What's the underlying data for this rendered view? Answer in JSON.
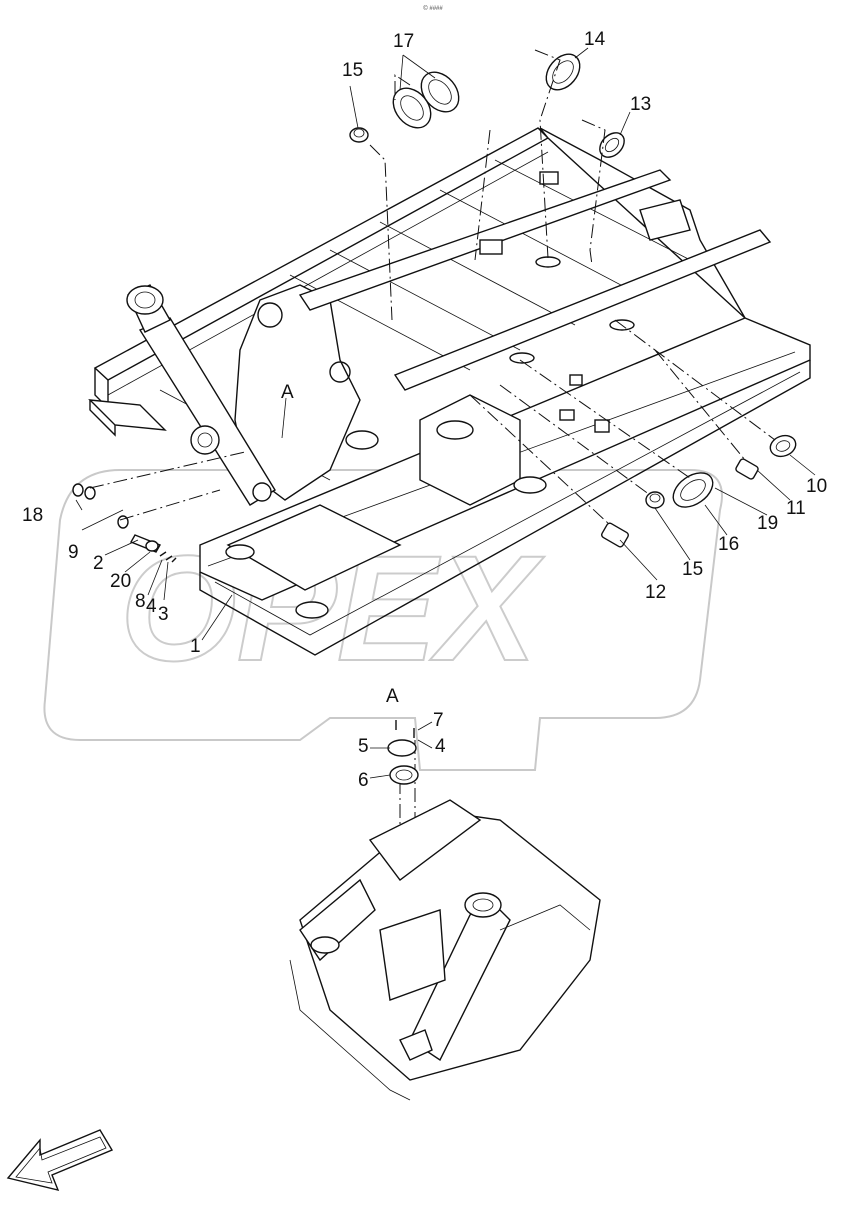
{
  "header": {
    "code": "© ####"
  },
  "watermark": {
    "text": "OPEX",
    "color": "#cccccc"
  },
  "view_label": "A",
  "detail_label": "A",
  "callouts": {
    "c1": "1",
    "c2": "2",
    "c3": "3",
    "c4a": "4",
    "c4b": "4",
    "c5": "5",
    "c6": "6",
    "c7": "7",
    "c8": "8",
    "c9": "9",
    "c10": "10",
    "c11": "11",
    "c12": "12",
    "c13": "13",
    "c14": "14",
    "c15a": "15",
    "c15b": "15",
    "c16": "16",
    "c17": "17",
    "c18": "18",
    "c19": "19",
    "c20": "20"
  },
  "icons": {
    "direction": "arrow-front-direction-icon"
  }
}
